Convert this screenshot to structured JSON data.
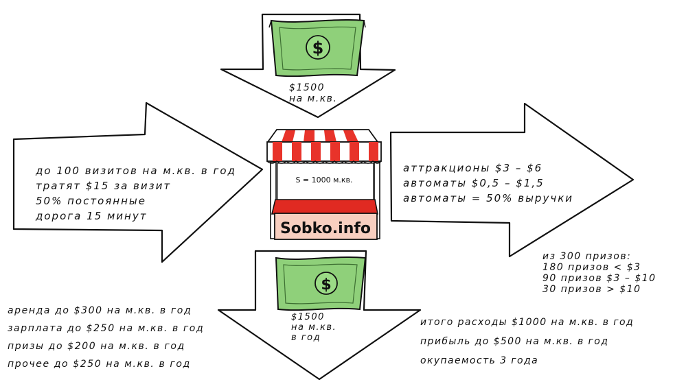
{
  "top_bill": {
    "price": "$1500",
    "unit": "на м.кв."
  },
  "bottom_bill": {
    "price": "$1500",
    "unit": "на м.кв.",
    "period": "в год"
  },
  "stall": {
    "area_label": "S = 1000 м.кв.",
    "brand": "Sobko.info"
  },
  "visitors_arrow": {
    "lines": [
      "до 100 визитов на м.кв. в год",
      "тратят $15 за визит",
      "50% постоянные",
      "дорога 15 минут"
    ]
  },
  "revenue_arrow": {
    "lines": [
      "аттракционы $3 – $6",
      "автоматы $0,5 – $1,5",
      "автоматы = 50% выручки"
    ]
  },
  "prizes": {
    "title": "из 300 призов:",
    "lines": [
      "180 призов < $3",
      "90 призов $3 – $10",
      "30 призов > $10"
    ]
  },
  "costs": {
    "lines": [
      "аренда до $300 на м.кв. в год",
      "зарплата до $250 на м.кв. в год",
      "призы до $200 на м.кв. в год",
      "прочее до $250 на м.кв. в год"
    ]
  },
  "totals": {
    "lines": [
      "итого расходы $1000 на м.кв. в год",
      "прибыль до $500 на м.кв. в год",
      "окупаемость 3 года"
    ]
  },
  "colors": {
    "bill_green": "#8fd07a",
    "bill_dark": "#5a9a4a",
    "awning_red": "#e8332a",
    "sign_pink": "#f8cfc0",
    "counter_red": "#e02a22",
    "outline": "#111111"
  }
}
